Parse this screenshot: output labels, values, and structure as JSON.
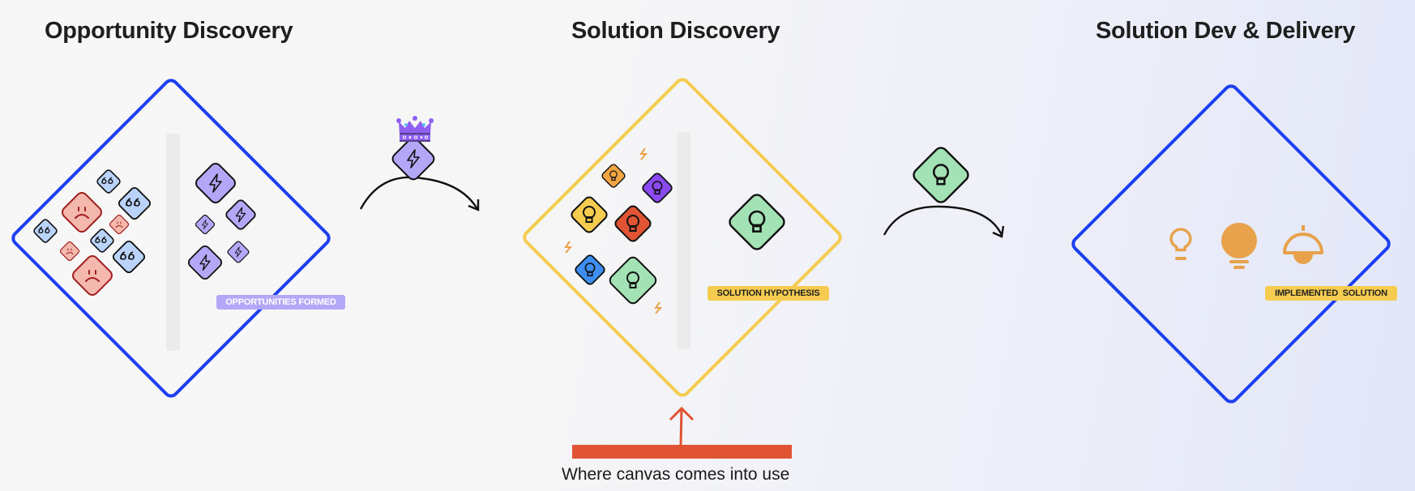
{
  "stages": [
    {
      "title": "Opportunity Discovery",
      "tag": "OPPORTUNITIES FORMED",
      "frame_color": "#1d3ff0"
    },
    {
      "title": "Solution Discovery",
      "tag": "SOLUTION HYPOTHESIS",
      "frame_color": "#f5cc4f"
    },
    {
      "title": "Solution Dev & Delivery",
      "tag": "IMPLEMENTED  SOLUTION",
      "frame_color": "#1d3ff0"
    }
  ],
  "callout": {
    "caption": "Where canvas comes into use",
    "color": "#e05433"
  },
  "colors": {
    "quote_fill": "#b9d3f9",
    "sad_fill": "#f4b8ad",
    "sad_stroke": "#a11d1d",
    "bolt_fill": "#b3a8f7",
    "bulb_green": "#a3e2b4",
    "bulb_yellow": "#f5cc4f",
    "bulb_red": "#e05433",
    "bulb_blue": "#3d8ef0",
    "bulb_purple": "#8a4af0",
    "bulb_orange": "#f0a443",
    "accent_orange": "#e8a24c",
    "crown": "#8f5ff2"
  }
}
